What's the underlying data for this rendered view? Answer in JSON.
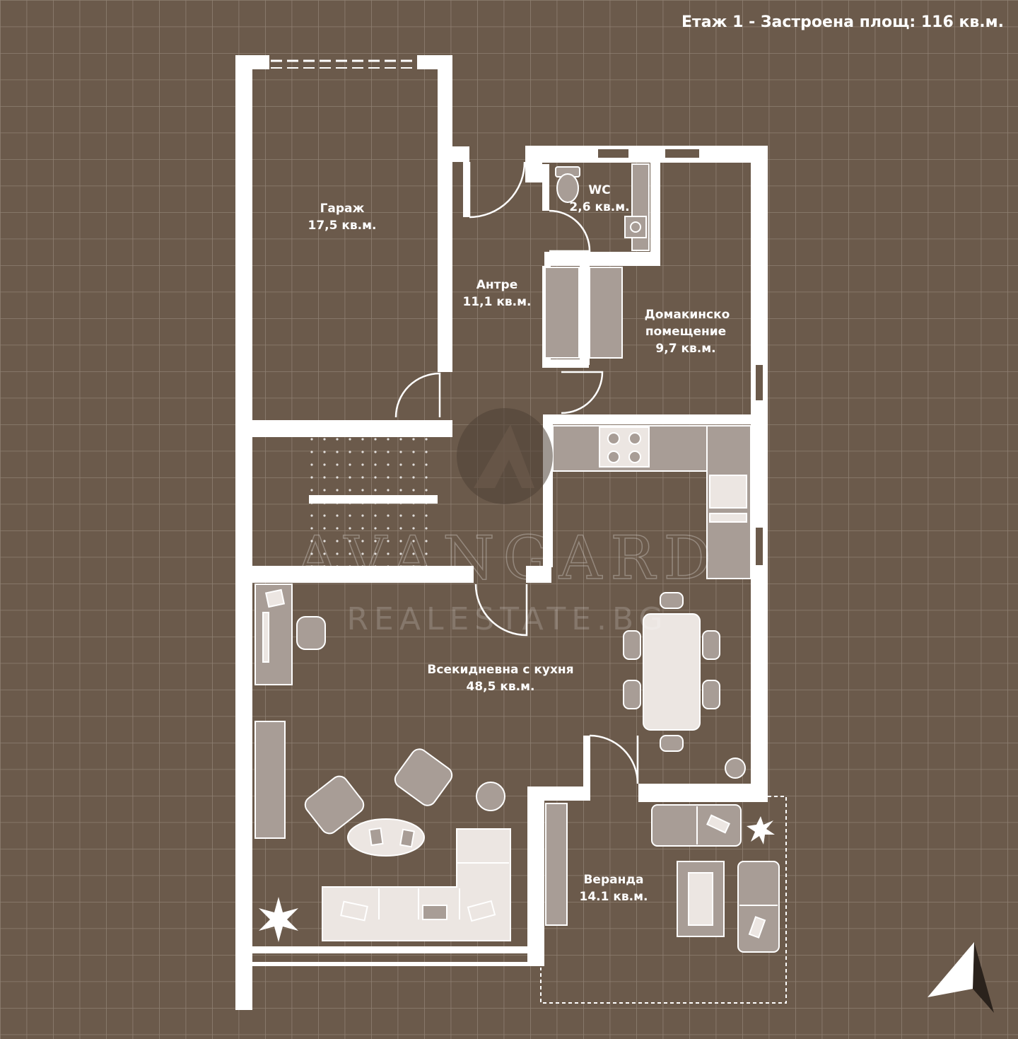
{
  "title": "Етаж 1 - Застроена площ: 116 кв.м.",
  "rooms": {
    "garage": {
      "name": "Гараж",
      "area": "17,5 кв.м."
    },
    "wc": {
      "name": "WC",
      "area": "2,6 кв.м."
    },
    "hall": {
      "name": "Антре",
      "area": "11,1 кв.м."
    },
    "utility": {
      "name_line1": "Домакинско",
      "name_line2": "помещение",
      "area": "9,7 кв.м."
    },
    "living": {
      "name": "Всекидневна с кухня",
      "area": "48,5 кв.м."
    },
    "veranda": {
      "name": "Веранда",
      "area": "14.1 кв.м."
    }
  },
  "watermark": {
    "brand": "AVANGARD",
    "site": "REALESTATE.BG"
  },
  "compass": "north-arrow-icon",
  "colors": {
    "background": "#6b5a4b",
    "grid": "#8e7f72",
    "walls": "#ffffff",
    "furniture": "#a89d96"
  }
}
